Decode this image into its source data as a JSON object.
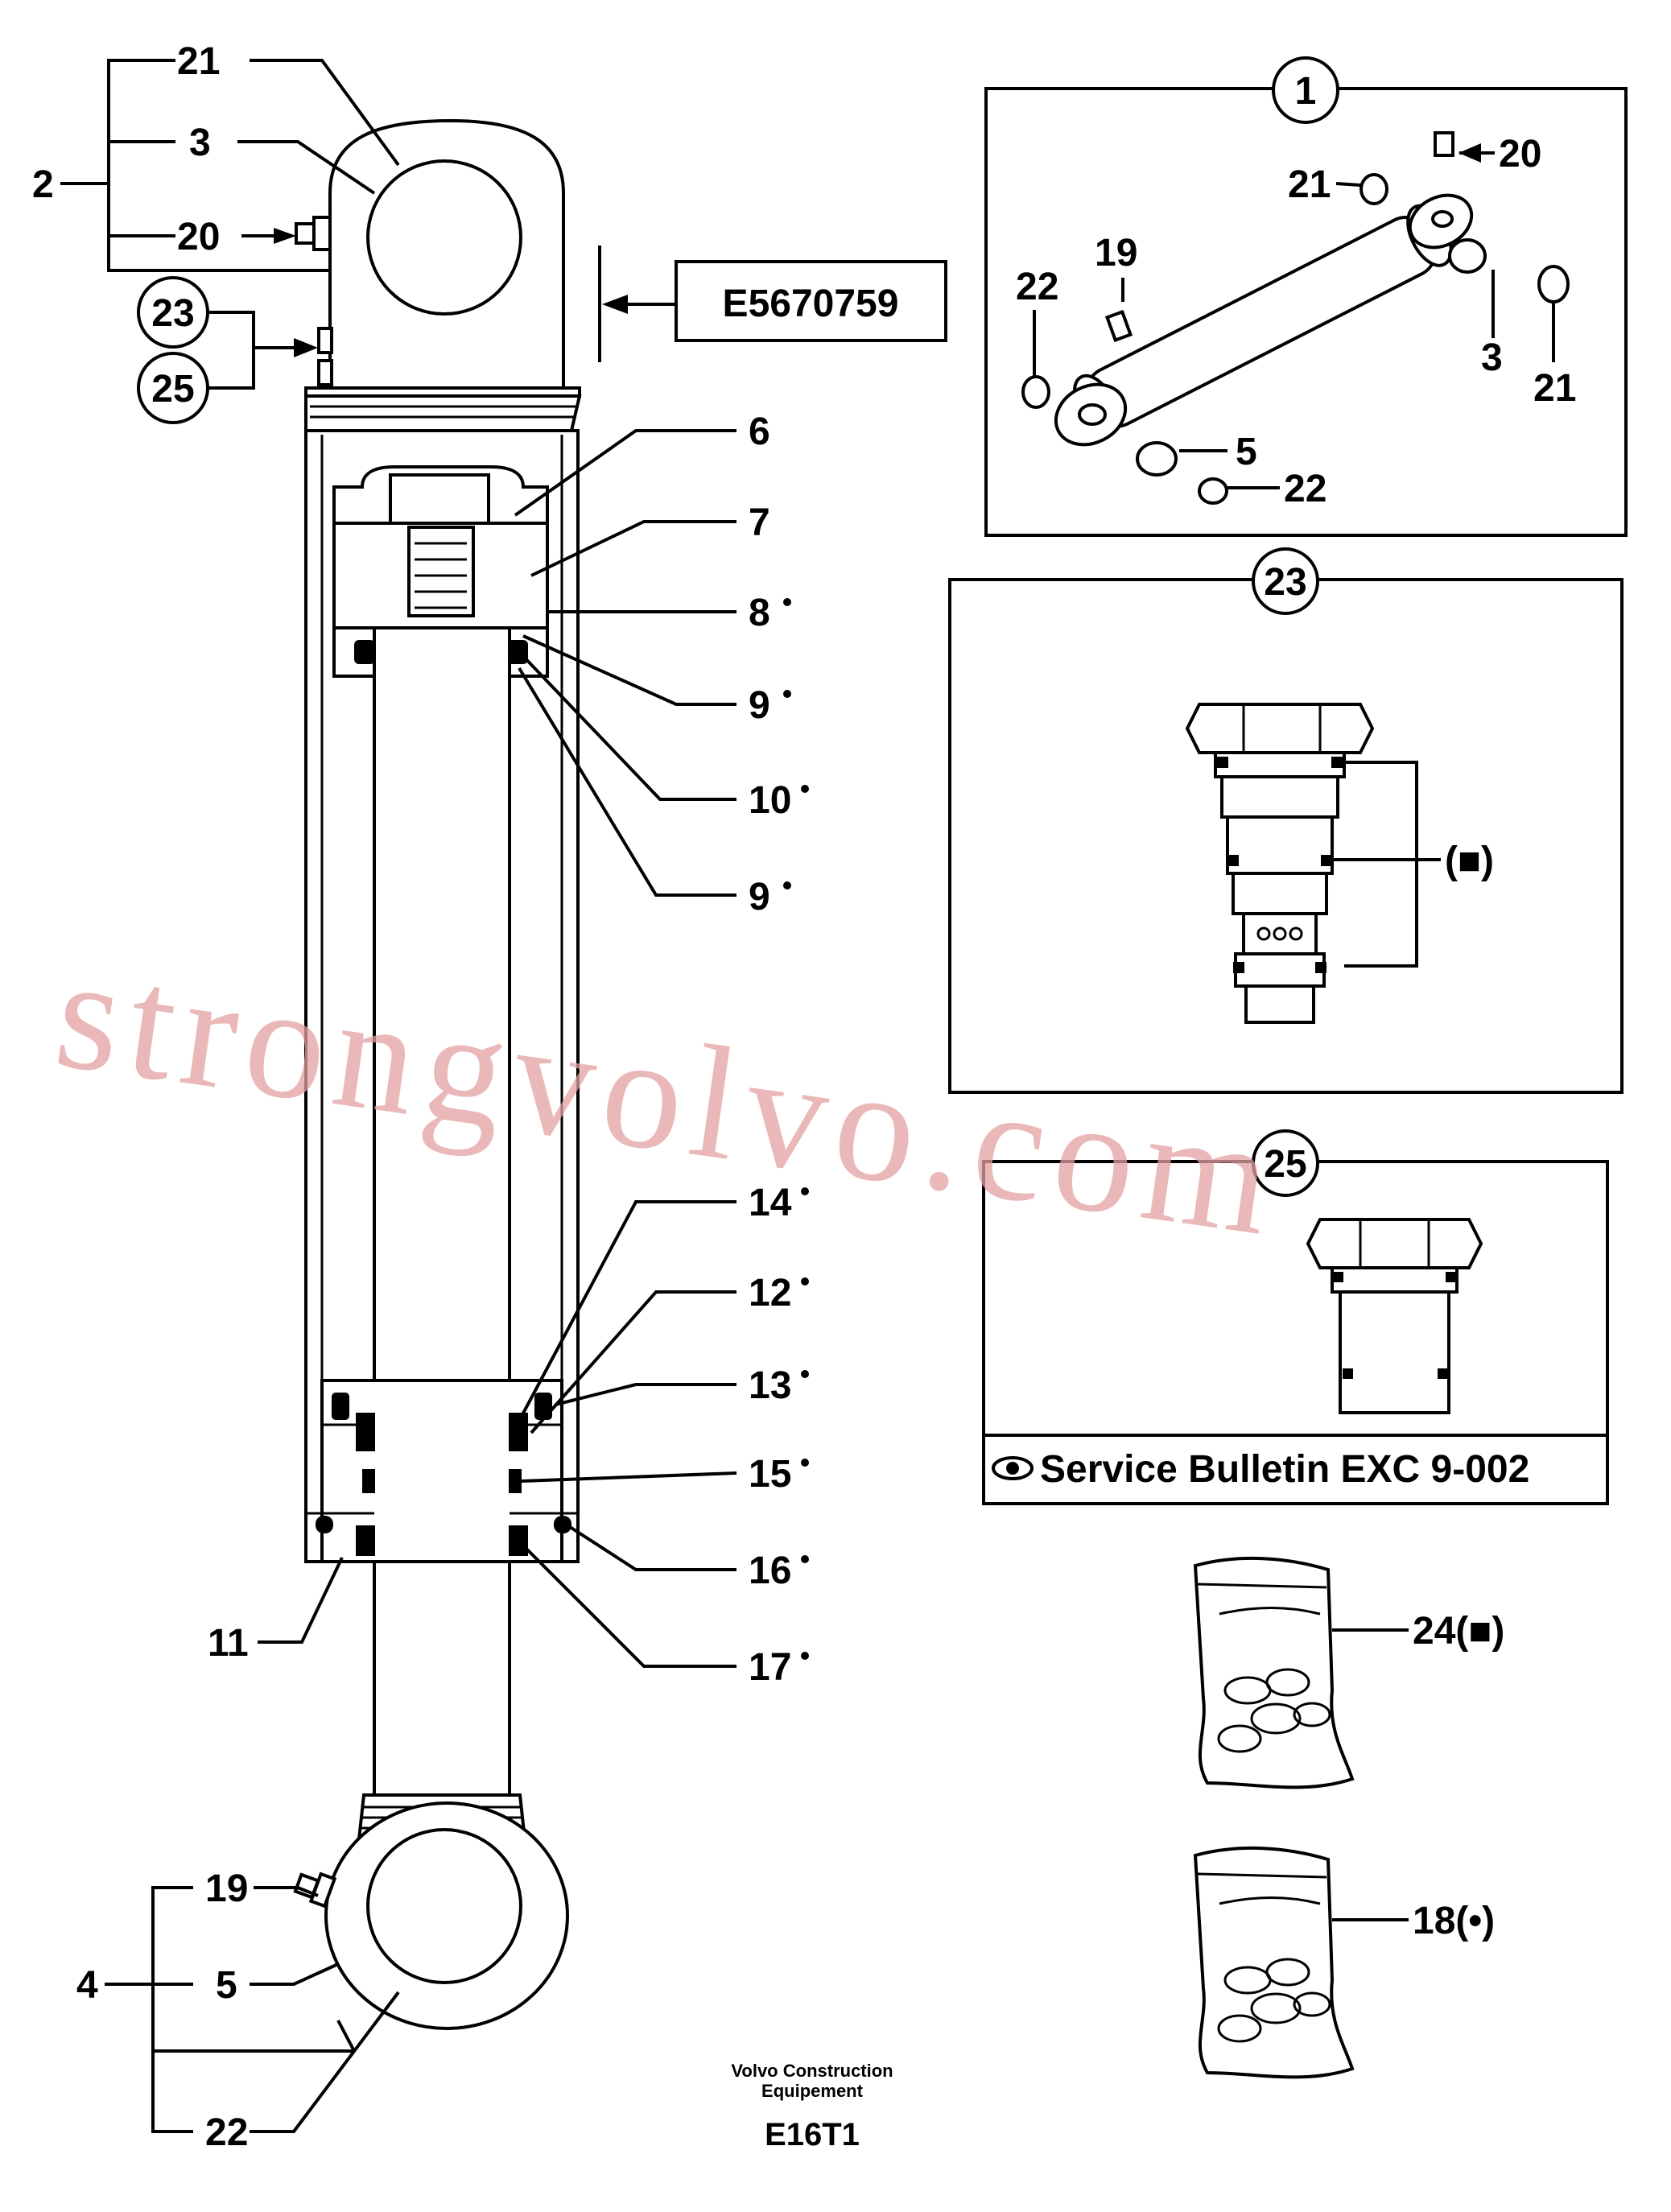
{
  "watermark": "strongvolvo.com",
  "callouts": {
    "c2": "2",
    "c21_top": "21",
    "c3_top": "3",
    "c20_top": "20",
    "c6": "6",
    "c7": "7",
    "c8": "8",
    "c9a": "9",
    "c10": "10",
    "c9b": "9",
    "c14": "14",
    "c12": "12",
    "c13": "13",
    "c15": "15",
    "c16": "16",
    "c17": "17",
    "c11": "11",
    "c4": "4",
    "c19_bot": "19",
    "c5_bot": "5",
    "c22_bot": "22"
  },
  "balloons": {
    "b23_left": "23",
    "b25_left": "25"
  },
  "part_number_box": "E5670759",
  "kit_panel_1": {
    "balloon": "1",
    "labels": {
      "l20": "20",
      "l21a": "21",
      "l19": "19",
      "l22a": "22",
      "l3": "3",
      "l21b": "21",
      "l5": "5",
      "l22b": "22"
    }
  },
  "panel_23": {
    "balloon": "23",
    "callout": "(■)"
  },
  "panel_25": {
    "balloon": "25",
    "bulletin": "Service Bulletin EXC 9-002"
  },
  "kits": {
    "kit24": "24(■)",
    "kit18": "18(•)"
  },
  "footer": {
    "company_line1": "Volvo Construction",
    "company_line2": "Equipement",
    "code": "E16T1"
  }
}
